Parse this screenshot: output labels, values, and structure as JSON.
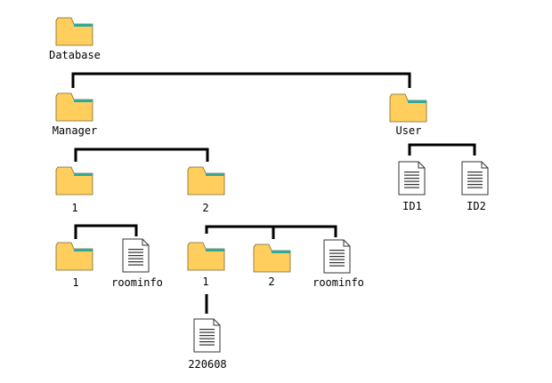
{
  "colors": {
    "folder_fill": "#FFCE5C",
    "folder_stroke": "#7A6A30",
    "folder_tab_accent": "#2FA99A",
    "file_fill": "#FFFFFF",
    "file_stroke": "#333333",
    "connector": "#000000",
    "background": "#FFFFFF"
  },
  "tree": {
    "root": {
      "label": "Database",
      "icon": "folder-icon"
    },
    "manager": {
      "label": "Manager",
      "icon": "folder-icon"
    },
    "user": {
      "label": "User",
      "icon": "folder-icon"
    },
    "manager_1": {
      "label": "1",
      "icon": "folder-icon"
    },
    "manager_2": {
      "label": "2",
      "icon": "folder-icon"
    },
    "manager_1_1": {
      "label": "1",
      "icon": "folder-icon"
    },
    "manager_1_roominfo": {
      "label": "roominfo",
      "icon": "file-icon"
    },
    "manager_2_1": {
      "label": "1",
      "icon": "folder-icon"
    },
    "manager_2_2": {
      "label": "2",
      "icon": "folder-icon"
    },
    "manager_2_roominfo": {
      "label": "roominfo",
      "icon": "file-icon"
    },
    "manager_2_1_220608": {
      "label": "220608",
      "icon": "file-icon"
    },
    "user_id1": {
      "label": "ID1",
      "icon": "file-icon"
    },
    "user_id2": {
      "label": "ID2",
      "icon": "file-icon"
    }
  }
}
